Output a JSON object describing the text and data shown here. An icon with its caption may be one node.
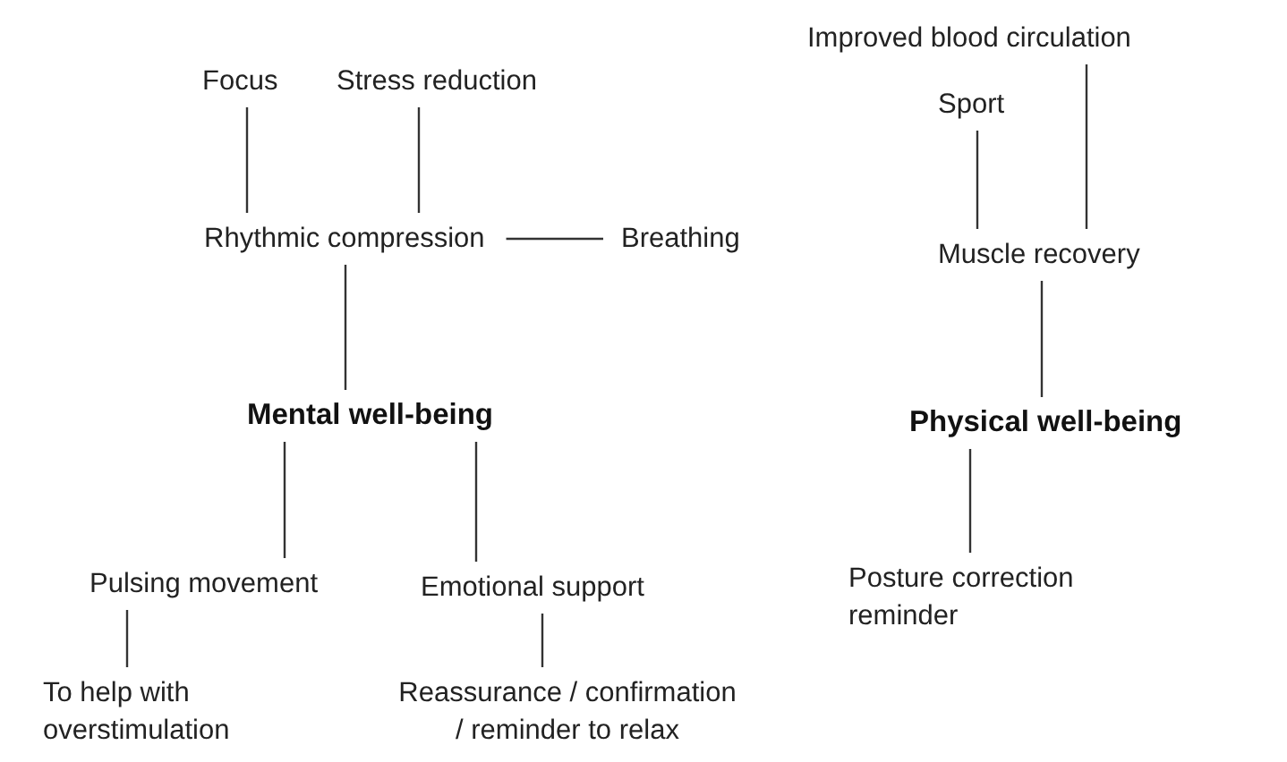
{
  "diagram": {
    "nodes": [
      {
        "text": [
          "Focus"
        ]
      },
      {
        "text": [
          "Stress reduction"
        ]
      },
      {
        "text": [
          "Rhythmic compression"
        ]
      },
      {
        "text": [
          "Breathing"
        ]
      },
      {
        "text": [
          "Mental well-being"
        ]
      },
      {
        "text": [
          "Pulsing movement"
        ]
      },
      {
        "text": [
          "Emotional support"
        ]
      },
      {
        "text": [
          "To help with overstimulation"
        ]
      },
      {
        "text": [
          "Reassurance / confirmation / reminder to relax"
        ]
      },
      {
        "text": [
          "Improved blood circulation"
        ]
      },
      {
        "text": [
          "Sport"
        ]
      },
      {
        "text": [
          "Muscle recovery"
        ]
      },
      {
        "text": [
          "Physical well-being"
        ]
      },
      {
        "text": [
          "Posture correction reminder"
        ]
      }
    ],
    "edges": [
      {
        "from": 0,
        "to": 2,
        "arrow": "none"
      },
      {
        "from": 1,
        "to": 2,
        "arrow": "none"
      },
      {
        "from": 2,
        "to": 3,
        "arrow": "none"
      },
      {
        "from": 2,
        "to": 4,
        "arrow": "none"
      },
      {
        "from": 4,
        "to": 5,
        "arrow": "none"
      },
      {
        "from": 4,
        "to": 6,
        "arrow": "none"
      },
      {
        "from": 5,
        "to": 7,
        "arrow": "none"
      },
      {
        "from": 6,
        "to": 8,
        "arrow": "none"
      },
      {
        "from": 10,
        "to": 11,
        "arrow": "none"
      },
      {
        "from": 9,
        "to": 11,
        "arrow": "none"
      },
      {
        "from": 11,
        "to": 12,
        "arrow": "none"
      },
      {
        "from": 12,
        "to": 13,
        "arrow": "none"
      }
    ]
  }
}
